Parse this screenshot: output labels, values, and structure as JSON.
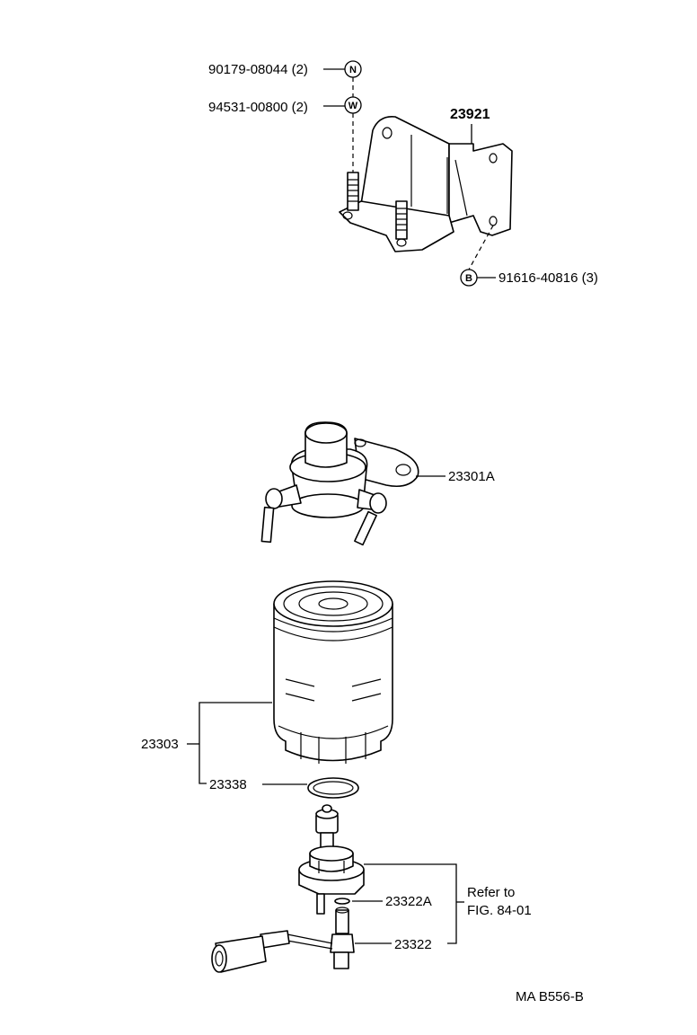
{
  "labels": {
    "bolt_n": "90179-08044 (2)",
    "washer_w": "94531-00800 (2)",
    "bracket": "23921",
    "bolt_b": "91616-40816 (3)",
    "head": "23301A",
    "filter": "23303",
    "gasket": "23338",
    "oring": "23322A",
    "sensor": "23322",
    "refer_line1": "Refer to",
    "refer_line2": "FIG. 84-01",
    "code": "MA  B556-B"
  },
  "symbols": {
    "n": "N",
    "w": "W",
    "b": "B"
  }
}
